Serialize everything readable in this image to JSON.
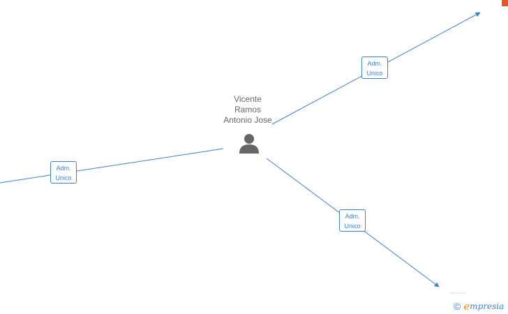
{
  "person": {
    "name_lines": [
      "Vicente",
      "Ramos",
      "Antonio Jose"
    ]
  },
  "relations": [
    {
      "label_lines": [
        "Adm.",
        "Unico"
      ]
    },
    {
      "label_lines": [
        "Adm.",
        "Unico"
      ]
    },
    {
      "label_lines": [
        "Adm.",
        "Unico"
      ]
    }
  ],
  "brand": {
    "copyright_symbol": "©",
    "logo_initial": "e",
    "logo_rest": "mpresia"
  },
  "colors": {
    "edge": "#3d7fd3",
    "person_icon": "#666666",
    "accent": "#e8572a",
    "logo_initial": "#f39200"
  }
}
